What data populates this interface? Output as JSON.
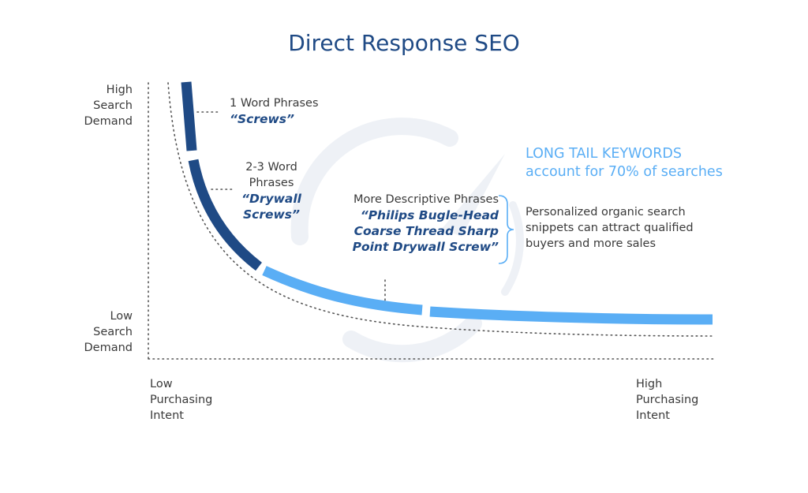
{
  "title": "Direct Response SEO",
  "y_axis": {
    "high_label": [
      "High",
      "Search",
      "Demand"
    ],
    "low_label": [
      "Low",
      "Search",
      "Demand"
    ]
  },
  "x_axis": {
    "low_label": [
      "Low",
      "Purchasing",
      "Intent"
    ],
    "high_label": [
      "High",
      "Purchasing",
      "Intent"
    ]
  },
  "segments": [
    {
      "heading": "1 Word Phrases",
      "example": "“Screws”"
    },
    {
      "heading_lines": [
        "2-3 Word",
        "Phrases"
      ],
      "example_lines": [
        "“Drywall",
        "Screws”"
      ]
    },
    {
      "heading": "More Descriptive Phrases",
      "example_lines": [
        "“Philips Bugle-Head",
        "Coarse Thread Sharp",
        "Point Drywall Screw”"
      ]
    }
  ],
  "highlight": {
    "line1": "LONG TAIL KEYWORDS",
    "line2": "account for 70% of searches"
  },
  "callout_lines": [
    "Personalized organic search",
    "snippets can attract qualified",
    "buyers and more sales"
  ],
  "colors": {
    "dark_blue": "#1f4a85",
    "light_blue": "#5aaef5",
    "watermark": "#eef1f6",
    "text": "#3a3a3a"
  }
}
